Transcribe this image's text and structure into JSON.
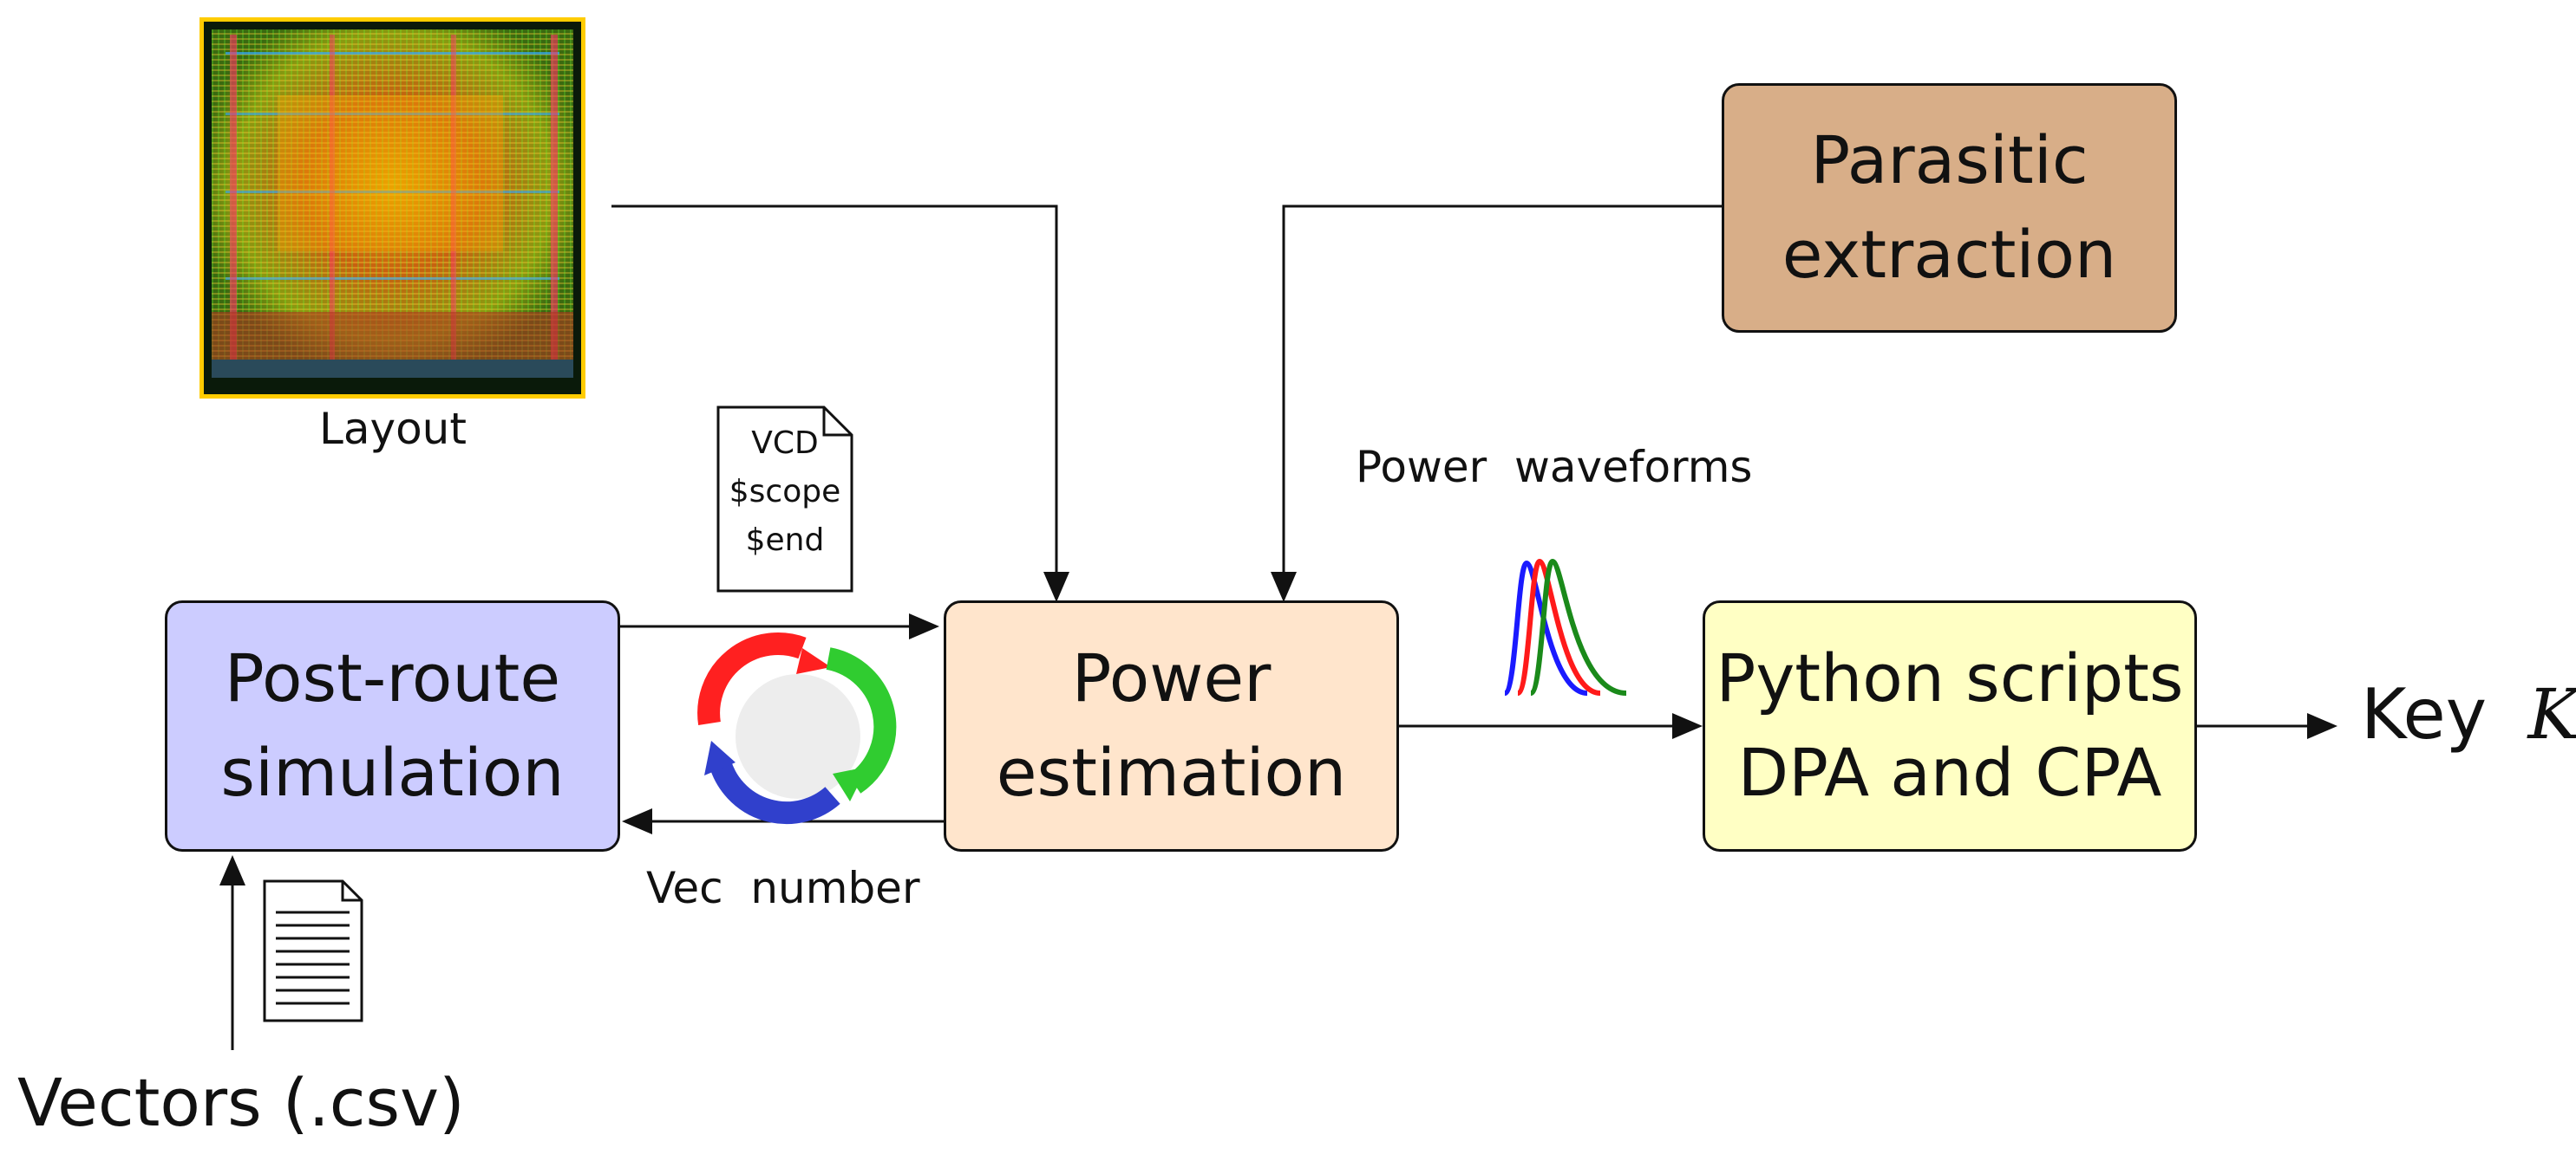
{
  "boxes": {
    "post_route": {
      "line1": "Post-route",
      "line2": "simulation",
      "fill": "#ccccff"
    },
    "power_est": {
      "line1": "Power",
      "line2": "estimation",
      "fill": "#ffe5cc"
    },
    "parasitic": {
      "line1": "Parasitic",
      "line2": "extraction",
      "fill": "#d8ae88"
    },
    "python": {
      "line1": "Python scripts",
      "line2": "DPA and CPA",
      "fill": "#ffffc4"
    }
  },
  "labels": {
    "layout": "Layout",
    "power_waveforms": "Power  waveforms",
    "vec_number": "Vec  number",
    "vectors": "Vectors (.csv)",
    "key": "Key",
    "key_symbol": "K"
  },
  "vcd_file": {
    "line1": "VCD",
    "line2": "$scope",
    "line3": "$end"
  },
  "colors": {
    "stroke": "#111111",
    "wave_blue": "#1a1aff",
    "wave_red": "#ff1a1a",
    "wave_green": "#1a8a1a",
    "cycle_red": "#ff2020",
    "cycle_green": "#30cc30",
    "cycle_blue": "#3040cc"
  },
  "icons": [
    "chip-layout-icon",
    "vcd-document-icon",
    "cycle-arrows-icon",
    "power-waveform-icon",
    "csv-document-icon"
  ]
}
